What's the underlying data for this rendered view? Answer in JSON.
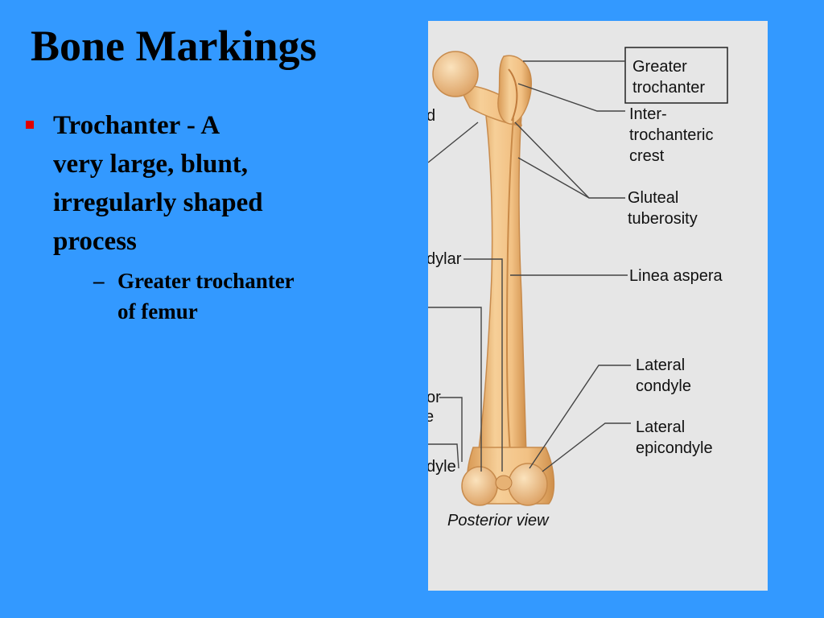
{
  "slide": {
    "title": "Bone Markings",
    "bullet": {
      "lines": [
        "Trochanter - A",
        "very large, blunt,",
        "irregularly shaped",
        "process"
      ],
      "sub_lines": [
        "Greater trochanter",
        "of femur"
      ],
      "sub_dash": "–"
    }
  },
  "figure": {
    "caption": "Posterior view",
    "labels": {
      "greater_trochanter": [
        "Greater",
        "trochanter"
      ],
      "intertrochanteric_crest": [
        "Inter-",
        "trochanteric",
        "crest"
      ],
      "gluteal_tuberosity": [
        "Gluteal",
        "tuberosity"
      ],
      "linea_aspera": [
        "Linea aspera"
      ],
      "lateral_condyle": [
        "Lateral",
        "condyle"
      ],
      "lateral_epicondyle": [
        "Lateral",
        "epicondyle"
      ]
    },
    "cropped_labels": {
      "top": "d",
      "mid": "dylar",
      "lower": "or",
      "lower2": "e",
      "bottom": "dyle"
    },
    "colors": {
      "background": "#3399ff",
      "panel": "#e6e6e6",
      "bone": "#f2c184",
      "bone_shadow": "#d99a55",
      "bullet_marker": "#e00000"
    }
  }
}
